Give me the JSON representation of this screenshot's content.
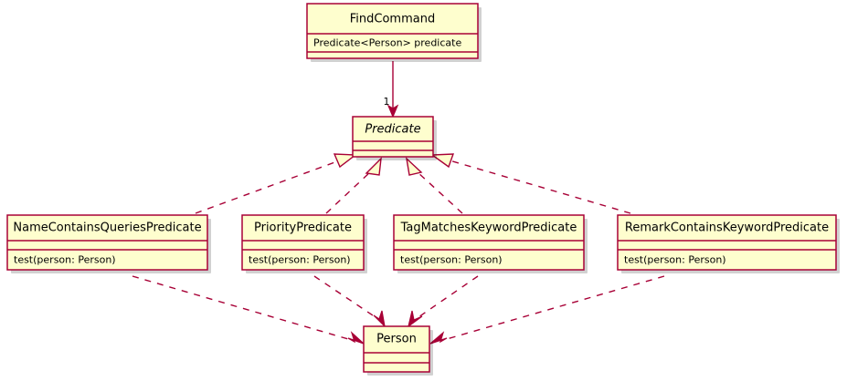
{
  "diagram": {
    "kind": "uml-class-diagram",
    "background_color": "#FFFFFF",
    "box_fill_color": "#FEFECE",
    "box_border_color": "#A80036",
    "line_color": "#A80036",
    "classes": {
      "find_command": {
        "name": "FindCommand",
        "abstract": false,
        "fields": [
          "Predicate<Person> predicate"
        ],
        "methods": []
      },
      "predicate": {
        "name": "Predicate",
        "abstract": true,
        "fields": [],
        "methods": []
      },
      "name_contains_queries_predicate": {
        "name": "NameContainsQueriesPredicate",
        "abstract": false,
        "fields": [],
        "methods": [
          "test(person: Person)"
        ]
      },
      "priority_predicate": {
        "name": "PriorityPredicate",
        "abstract": false,
        "fields": [],
        "methods": [
          "test(person: Person)"
        ]
      },
      "tag_matches_keyword_predicate": {
        "name": "TagMatchesKeywordPredicate",
        "abstract": false,
        "fields": [],
        "methods": [
          "test(person: Person)"
        ]
      },
      "remark_contains_keyword_predicate": {
        "name": "RemarkContainsKeywordPredicate",
        "abstract": false,
        "fields": [],
        "methods": [
          "test(person: Person)"
        ]
      },
      "person": {
        "name": "Person",
        "abstract": false,
        "fields": [],
        "methods": []
      }
    },
    "relationships": [
      {
        "id": "findcommand-to-predicate",
        "from": "FindCommand",
        "to": "Predicate",
        "type": "association",
        "style": "solid",
        "arrowhead": "open",
        "target_multiplicity": "1"
      },
      {
        "id": "namecontainsqueriespredicate-realizes-predicate",
        "from": "NameContainsQueriesPredicate",
        "to": "Predicate",
        "type": "realization",
        "style": "dashed",
        "arrowhead": "hollow-triangle"
      },
      {
        "id": "prioritypredicate-realizes-predicate",
        "from": "PriorityPredicate",
        "to": "Predicate",
        "type": "realization",
        "style": "dashed",
        "arrowhead": "hollow-triangle"
      },
      {
        "id": "tagmatcheskeywordpredicate-realizes-predicate",
        "from": "TagMatchesKeywordPredicate",
        "to": "Predicate",
        "type": "realization",
        "style": "dashed",
        "arrowhead": "hollow-triangle"
      },
      {
        "id": "remarkcontainskeywordpredicate-realizes-predicate",
        "from": "RemarkContainsKeywordPredicate",
        "to": "Predicate",
        "type": "realization",
        "style": "dashed",
        "arrowhead": "hollow-triangle"
      },
      {
        "id": "namecontainsqueriespredicate-uses-person",
        "from": "NameContainsQueriesPredicate",
        "to": "Person",
        "type": "dependency",
        "style": "dashed",
        "arrowhead": "open"
      },
      {
        "id": "prioritypredicate-uses-person",
        "from": "PriorityPredicate",
        "to": "Person",
        "type": "dependency",
        "style": "dashed",
        "arrowhead": "open"
      },
      {
        "id": "tagmatcheskeywordpredicate-uses-person",
        "from": "TagMatchesKeywordPredicate",
        "to": "Person",
        "type": "dependency",
        "style": "dashed",
        "arrowhead": "open"
      },
      {
        "id": "remarkcontainskeywordpredicate-uses-person",
        "from": "RemarkContainsKeywordPredicate",
        "to": "Person",
        "type": "dependency",
        "style": "dashed",
        "arrowhead": "open"
      }
    ]
  }
}
